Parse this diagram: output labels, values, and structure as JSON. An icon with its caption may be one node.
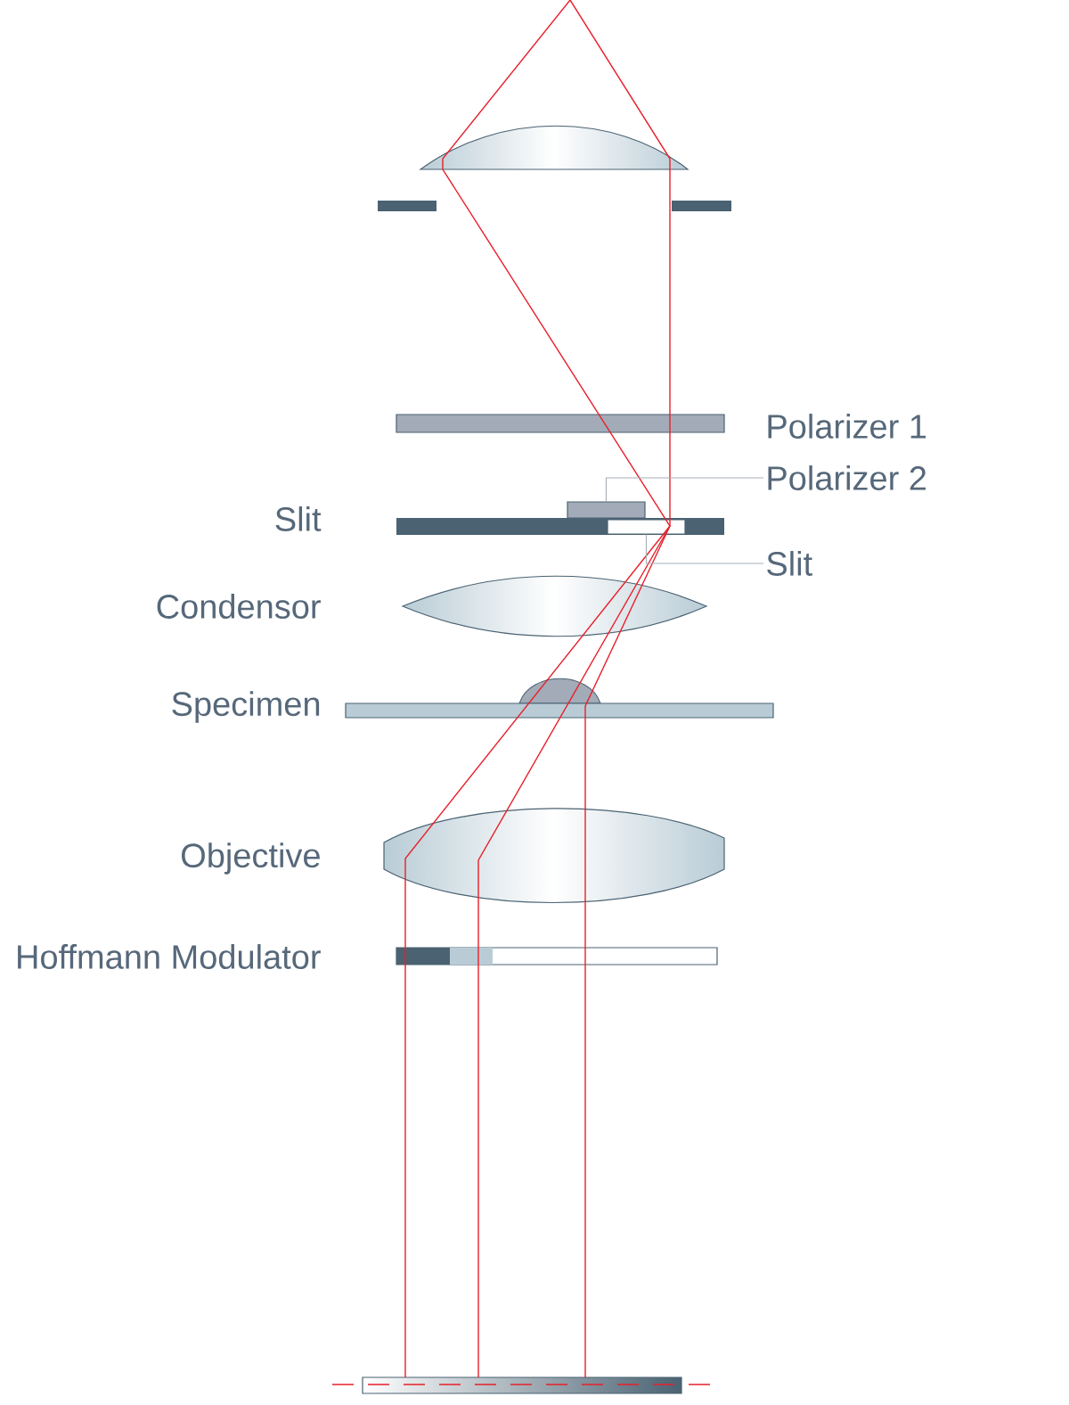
{
  "diagram": {
    "nodes": [
      {
        "text": [],
        "shape": "bar"
      },
      {
        "text": [
          "Polarizer 2"
        ]
      },
      {
        "text": [],
        "shape": "bar"
      },
      {
        "text": [
          "Slit"
        ]
      },
      {
        "text": [],
        "shape": "box"
      }
    ],
    "edges": [
      {
        "from": 1,
        "to": 2,
        "arrow": "none"
      },
      {
        "from": 3,
        "to": 4,
        "arrow": "none"
      }
    ],
    "labels": [
      "Polarizer 1",
      "Slit",
      "Condensor",
      "Specimen",
      "Objective",
      "Hoffmann Modulator"
    ]
  }
}
